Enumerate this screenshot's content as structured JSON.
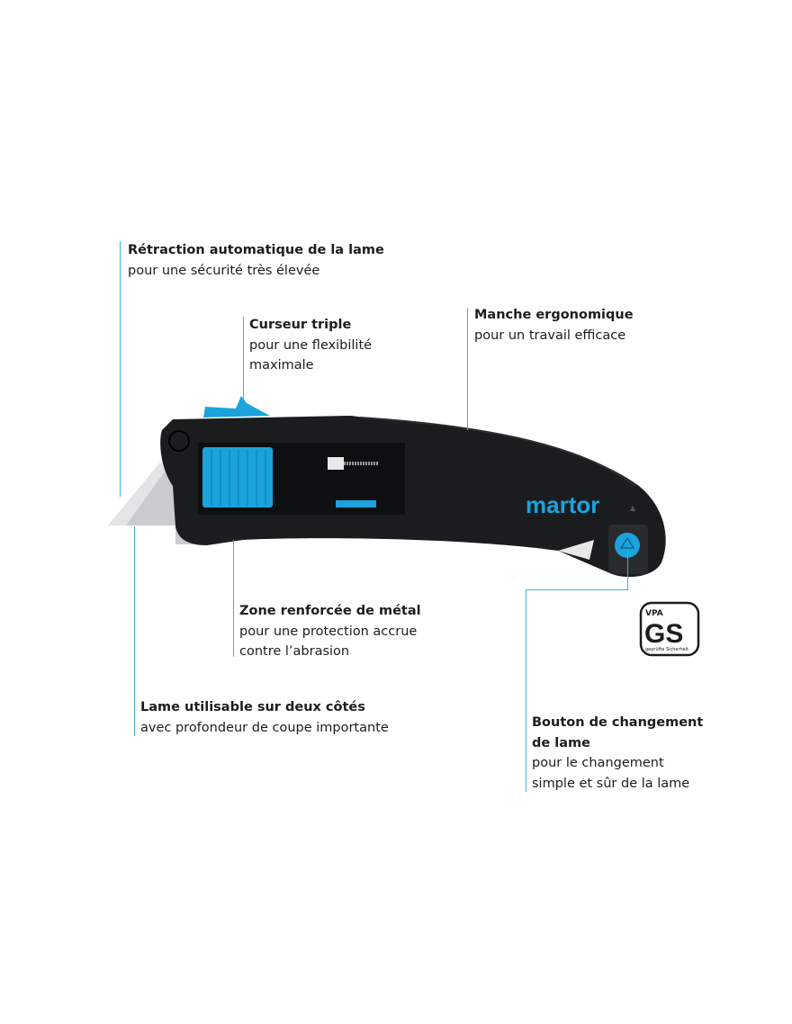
{
  "brand": {
    "name": "martor",
    "color": "#1aa3dc"
  },
  "accent_line_color": "#3bb0e3",
  "callouts": [
    {
      "title": "Rétraction automatique de la lame",
      "lines": [
        "pour une sécurité très élevée"
      ]
    },
    {
      "title": "Curseur triple",
      "lines": [
        "pour une flexibilité",
        "maximale"
      ]
    },
    {
      "title": "Manche ergonomique",
      "lines": [
        "pour un travail efficace"
      ]
    },
    {
      "title": "Zone renforcée de métal",
      "lines": [
        "pour une protection accrue",
        "contre l’abrasion"
      ]
    },
    {
      "title": "Lame utilisable sur deux côtés",
      "lines": [
        "avec profondeur de coupe importante"
      ]
    },
    {
      "title": "Bouton de changement",
      "title2": "de lame",
      "lines": [
        "pour le changement",
        "simple et sûr de la lame"
      ]
    }
  ],
  "certification": {
    "top": "VPA",
    "main": "GS",
    "sub": "geprüfte Sicherheit"
  }
}
